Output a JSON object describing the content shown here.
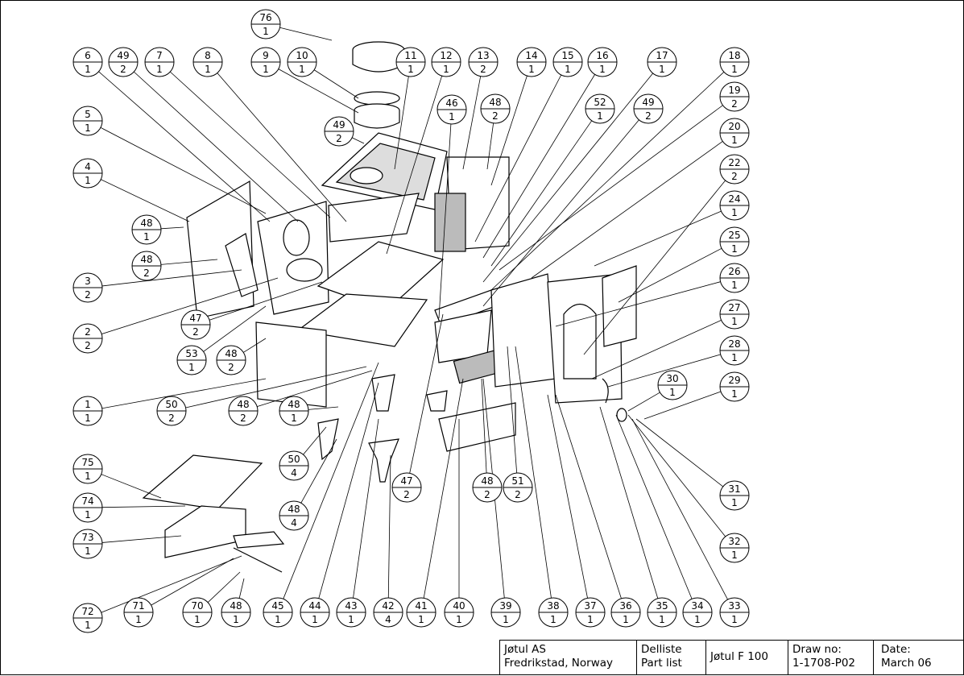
{
  "balloons": [
    {
      "part": "76",
      "qty": "1"
    },
    {
      "part": "6",
      "qty": "1"
    },
    {
      "part": "49",
      "qty": "2"
    },
    {
      "part": "7",
      "qty": "1"
    },
    {
      "part": "8",
      "qty": "1"
    },
    {
      "part": "9",
      "qty": "1"
    },
    {
      "part": "10",
      "qty": "1"
    },
    {
      "part": "11",
      "qty": "1"
    },
    {
      "part": "12",
      "qty": "1"
    },
    {
      "part": "13",
      "qty": "2"
    },
    {
      "part": "14",
      "qty": "1"
    },
    {
      "part": "15",
      "qty": "1"
    },
    {
      "part": "16",
      "qty": "1"
    },
    {
      "part": "17",
      "qty": "1"
    },
    {
      "part": "18",
      "qty": "1"
    },
    {
      "part": "5",
      "qty": "1"
    },
    {
      "part": "4",
      "qty": "1"
    },
    {
      "part": "48",
      "qty": "1"
    },
    {
      "part": "48",
      "qty": "2"
    },
    {
      "part": "3",
      "qty": "2"
    },
    {
      "part": "2",
      "qty": "2"
    },
    {
      "part": "47",
      "qty": "2"
    },
    {
      "part": "53",
      "qty": "1"
    },
    {
      "part": "48",
      "qty": "2"
    },
    {
      "part": "1",
      "qty": "1"
    },
    {
      "part": "50",
      "qty": "2"
    },
    {
      "part": "48",
      "qty": "2"
    },
    {
      "part": "48",
      "qty": "1"
    },
    {
      "part": "75",
      "qty": "1"
    },
    {
      "part": "74",
      "qty": "1"
    },
    {
      "part": "73",
      "qty": "1"
    },
    {
      "part": "50",
      "qty": "4"
    },
    {
      "part": "48",
      "qty": "4"
    },
    {
      "part": "72",
      "qty": "1"
    },
    {
      "part": "71",
      "qty": "1"
    },
    {
      "part": "70",
      "qty": "1"
    },
    {
      "part": "48",
      "qty": "1"
    },
    {
      "part": "45",
      "qty": "1"
    },
    {
      "part": "44",
      "qty": "1"
    },
    {
      "part": "43",
      "qty": "1"
    },
    {
      "part": "42",
      "qty": "4"
    },
    {
      "part": "41",
      "qty": "1"
    },
    {
      "part": "40",
      "qty": "1"
    },
    {
      "part": "39",
      "qty": "1"
    },
    {
      "part": "38",
      "qty": "1"
    },
    {
      "part": "37",
      "qty": "1"
    },
    {
      "part": "36",
      "qty": "1"
    },
    {
      "part": "35",
      "qty": "1"
    },
    {
      "part": "34",
      "qty": "1"
    },
    {
      "part": "33",
      "qty": "1"
    },
    {
      "part": "19",
      "qty": "2"
    },
    {
      "part": "20",
      "qty": "1"
    },
    {
      "part": "22",
      "qty": "2"
    },
    {
      "part": "24",
      "qty": "1"
    },
    {
      "part": "25",
      "qty": "1"
    },
    {
      "part": "26",
      "qty": "1"
    },
    {
      "part": "27",
      "qty": "1"
    },
    {
      "part": "28",
      "qty": "1"
    },
    {
      "part": "29",
      "qty": "1"
    },
    {
      "part": "30",
      "qty": "1"
    },
    {
      "part": "31",
      "qty": "1"
    },
    {
      "part": "32",
      "qty": "1"
    },
    {
      "part": "49",
      "qty": "2"
    },
    {
      "part": "46",
      "qty": "1"
    },
    {
      "part": "48",
      "qty": "2"
    },
    {
      "part": "52",
      "qty": "1"
    },
    {
      "part": "49",
      "qty": "2"
    },
    {
      "part": "47",
      "qty": "2"
    },
    {
      "part": "48",
      "qty": "2"
    },
    {
      "part": "51",
      "qty": "2"
    }
  ],
  "title_block": {
    "company": "Jøtul AS",
    "location": "Fredrikstad, Norway",
    "doc_type_no": "Delliste",
    "doc_type_en": "Part list",
    "product": "Jøtul F 100",
    "draw_no_label": "Draw no:",
    "draw_no": "1-1708-P02",
    "date_label": "Date:",
    "date": "March 06"
  }
}
